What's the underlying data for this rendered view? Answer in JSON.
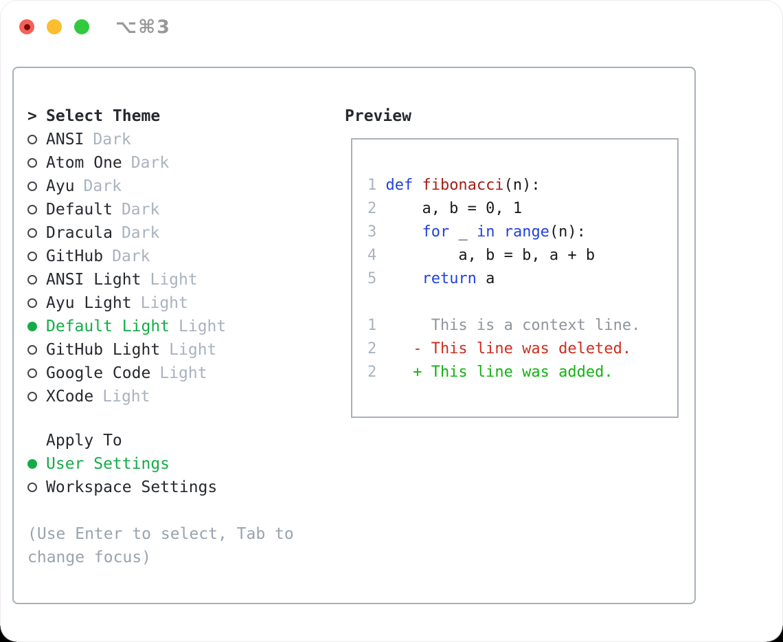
{
  "window": {
    "title": "⌥⌘3",
    "traffic_lights": [
      {
        "icon": "close-icon",
        "color": "#f4605a"
      },
      {
        "icon": "minimize-icon",
        "color": "#fcbd2f"
      },
      {
        "icon": "zoom-icon",
        "color": "#31c93f"
      }
    ]
  },
  "theme_panel": {
    "header": {
      "prompt": ">",
      "label": "Select Theme"
    },
    "themes": [
      {
        "name": "ANSI",
        "variant": "Dark",
        "selected": false
      },
      {
        "name": "Atom One",
        "variant": "Dark",
        "selected": false
      },
      {
        "name": "Ayu",
        "variant": "Dark",
        "selected": false
      },
      {
        "name": "Default",
        "variant": "Dark",
        "selected": false
      },
      {
        "name": "Dracula",
        "variant": "Dark",
        "selected": false
      },
      {
        "name": "GitHub",
        "variant": "Dark",
        "selected": false
      },
      {
        "name": "ANSI Light",
        "variant": "Light",
        "selected": false
      },
      {
        "name": "Ayu Light",
        "variant": "Light",
        "selected": false
      },
      {
        "name": "Default Light",
        "variant": "Light",
        "selected": true
      },
      {
        "name": "GitHub Light",
        "variant": "Light",
        "selected": false
      },
      {
        "name": "Google Code",
        "variant": "Light",
        "selected": false
      },
      {
        "name": "XCode",
        "variant": "Light",
        "selected": false
      }
    ],
    "apply_to": {
      "label": "Apply To",
      "options": [
        {
          "name": "User Settings",
          "selected": true
        },
        {
          "name": "Workspace Settings",
          "selected": false
        }
      ]
    },
    "hint": "(Use Enter to select, Tab to change focus)"
  },
  "preview": {
    "label": "Preview",
    "code_lines": [
      {
        "num": "1",
        "tokens": [
          {
            "text": "def ",
            "style": "kw"
          },
          {
            "text": "fibonacci",
            "style": "fn"
          },
          {
            "text": "(n):",
            "style": "plain"
          }
        ]
      },
      {
        "num": "2",
        "tokens": [
          {
            "text": "    a, b = 0, 1",
            "style": "plain"
          }
        ]
      },
      {
        "num": "3",
        "tokens": [
          {
            "text": "    ",
            "style": "plain"
          },
          {
            "text": "for",
            "style": "kw"
          },
          {
            "text": " _ ",
            "style": "plain"
          },
          {
            "text": "in",
            "style": "kw"
          },
          {
            "text": " ",
            "style": "plain"
          },
          {
            "text": "range",
            "style": "kw"
          },
          {
            "text": "(n):",
            "style": "plain"
          }
        ]
      },
      {
        "num": "4",
        "tokens": [
          {
            "text": "        a, b = b, a + b",
            "style": "plain"
          }
        ]
      },
      {
        "num": "5",
        "tokens": [
          {
            "text": "    ",
            "style": "plain"
          },
          {
            "text": "return",
            "style": "kw"
          },
          {
            "text": " a",
            "style": "plain"
          }
        ]
      },
      {
        "num": "",
        "tokens": []
      },
      {
        "num": "1",
        "tokens": [
          {
            "text": "     This is a context line.",
            "style": "ctx"
          }
        ]
      },
      {
        "num": "2",
        "tokens": [
          {
            "text": "   - This line was deleted.",
            "style": "del"
          }
        ]
      },
      {
        "num": "2",
        "tokens": [
          {
            "text": "   + This line was added.",
            "style": "add"
          }
        ]
      }
    ]
  },
  "colors": {
    "accent_green": "#15ac47",
    "added_green": "#12b312",
    "deleted_red": "#cc2e1e",
    "keyword_blue": "#2042df",
    "function_red": "#a61d17",
    "muted_gray": "#a9b2bf",
    "panel_border": "#a7b0ba"
  }
}
